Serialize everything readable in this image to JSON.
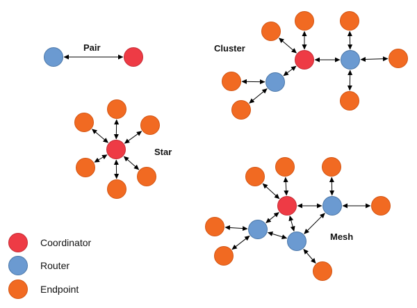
{
  "colors": {
    "coordinator": "#EE3B45",
    "router": "#6B9AD1",
    "endpoint": "#F16A22",
    "coordinator_stroke": "#C42A33",
    "router_stroke": "#4B77A8",
    "endpoint_stroke": "#D35513"
  },
  "labels": {
    "pair": "Pair",
    "cluster": "Cluster",
    "star": "Star",
    "mesh": "Mesh"
  },
  "legend": [
    {
      "label": "Coordinator",
      "role": "coordinator"
    },
    {
      "label": "Router",
      "role": "router"
    },
    {
      "label": "Endpoint",
      "role": "endpoint"
    }
  ],
  "topologies": [
    {
      "name": "pair",
      "nodes": [
        {
          "id": "pair-router",
          "role": "router"
        },
        {
          "id": "pair-coordinator",
          "role": "coordinator"
        }
      ],
      "edges": [
        [
          "pair-router",
          "pair-coordinator"
        ]
      ]
    },
    {
      "name": "star",
      "nodes": [
        {
          "id": "star-coordinator",
          "role": "coordinator"
        },
        {
          "id": "star-ep-1",
          "role": "endpoint"
        },
        {
          "id": "star-ep-2",
          "role": "endpoint"
        },
        {
          "id": "star-ep-3",
          "role": "endpoint"
        },
        {
          "id": "star-ep-4",
          "role": "endpoint"
        },
        {
          "id": "star-ep-5",
          "role": "endpoint"
        },
        {
          "id": "star-ep-6",
          "role": "endpoint"
        }
      ],
      "edges": [
        [
          "star-coordinator",
          "star-ep-1"
        ],
        [
          "star-coordinator",
          "star-ep-2"
        ],
        [
          "star-coordinator",
          "star-ep-3"
        ],
        [
          "star-coordinator",
          "star-ep-4"
        ],
        [
          "star-coordinator",
          "star-ep-5"
        ],
        [
          "star-coordinator",
          "star-ep-6"
        ]
      ]
    },
    {
      "name": "cluster",
      "nodes": [
        {
          "id": "cl-coordinator",
          "role": "coordinator"
        },
        {
          "id": "cl-router-left",
          "role": "router"
        },
        {
          "id": "cl-router-right",
          "role": "router"
        },
        {
          "id": "cl-ep-c1",
          "role": "endpoint"
        },
        {
          "id": "cl-ep-c2",
          "role": "endpoint"
        },
        {
          "id": "cl-ep-l1",
          "role": "endpoint"
        },
        {
          "id": "cl-ep-l2",
          "role": "endpoint"
        },
        {
          "id": "cl-ep-r1",
          "role": "endpoint"
        },
        {
          "id": "cl-ep-r2",
          "role": "endpoint"
        },
        {
          "id": "cl-ep-r3",
          "role": "endpoint"
        }
      ],
      "edges": [
        [
          "cl-coordinator",
          "cl-ep-c1"
        ],
        [
          "cl-coordinator",
          "cl-ep-c2"
        ],
        [
          "cl-coordinator",
          "cl-router-right"
        ],
        [
          "cl-coordinator",
          "cl-router-left"
        ],
        [
          "cl-router-left",
          "cl-ep-l1"
        ],
        [
          "cl-router-left",
          "cl-ep-l2"
        ],
        [
          "cl-router-right",
          "cl-ep-r1"
        ],
        [
          "cl-router-right",
          "cl-ep-r2"
        ],
        [
          "cl-router-right",
          "cl-ep-r3"
        ]
      ]
    },
    {
      "name": "mesh",
      "nodes": [
        {
          "id": "mesh-coordinator",
          "role": "coordinator"
        },
        {
          "id": "mesh-router-right",
          "role": "router"
        },
        {
          "id": "mesh-router-left",
          "role": "router"
        },
        {
          "id": "mesh-router-bottom",
          "role": "router"
        },
        {
          "id": "mesh-ep-a",
          "role": "endpoint"
        },
        {
          "id": "mesh-ep-b",
          "role": "endpoint"
        },
        {
          "id": "mesh-ep-c",
          "role": "endpoint"
        },
        {
          "id": "mesh-ep-d",
          "role": "endpoint"
        },
        {
          "id": "mesh-ep-e",
          "role": "endpoint"
        },
        {
          "id": "mesh-ep-f",
          "role": "endpoint"
        },
        {
          "id": "mesh-ep-g",
          "role": "endpoint"
        }
      ],
      "edges": [
        [
          "mesh-coordinator",
          "mesh-ep-a"
        ],
        [
          "mesh-coordinator",
          "mesh-ep-b"
        ],
        [
          "mesh-coordinator",
          "mesh-router-right"
        ],
        [
          "mesh-coordinator",
          "mesh-router-left"
        ],
        [
          "mesh-coordinator",
          "mesh-router-bottom"
        ],
        [
          "mesh-router-right",
          "mesh-ep-c"
        ],
        [
          "mesh-router-right",
          "mesh-ep-d"
        ],
        [
          "mesh-router-right",
          "mesh-router-bottom"
        ],
        [
          "mesh-router-left",
          "mesh-ep-e"
        ],
        [
          "mesh-router-left",
          "mesh-ep-f"
        ],
        [
          "mesh-router-left",
          "mesh-router-bottom"
        ],
        [
          "mesh-router-bottom",
          "mesh-ep-g"
        ]
      ]
    }
  ]
}
